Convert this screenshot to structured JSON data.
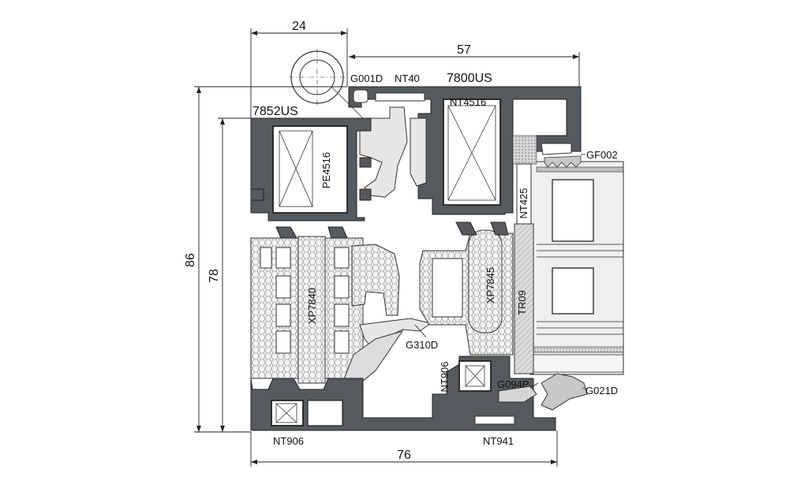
{
  "dimensions": {
    "top_left": "24",
    "top_right": "57",
    "left_outer": "86",
    "left_inner": "78",
    "bottom": "76"
  },
  "profiles": {
    "frame_left": "7852US",
    "frame_right": "7800US"
  },
  "parts": {
    "g001d": "G001D",
    "nt40": "NT40",
    "nt4516": "NT4516",
    "pe4516": "PE4516",
    "gf002": "GF002",
    "nt425": "NT425",
    "xp7840": "XP7840",
    "xp7845": "XP7845",
    "tr09": "TR09",
    "g310d": "G310D",
    "nt906_mid": "NT906",
    "g094p": "G094P",
    "g021d": "G021D",
    "nt906_bottom": "NT906",
    "nt941": "NT941"
  },
  "colors": {
    "aluminium": "#555a5e",
    "insulation": "#e6e6e6",
    "gasket": "#c8c8c8",
    "line": "#222222"
  }
}
